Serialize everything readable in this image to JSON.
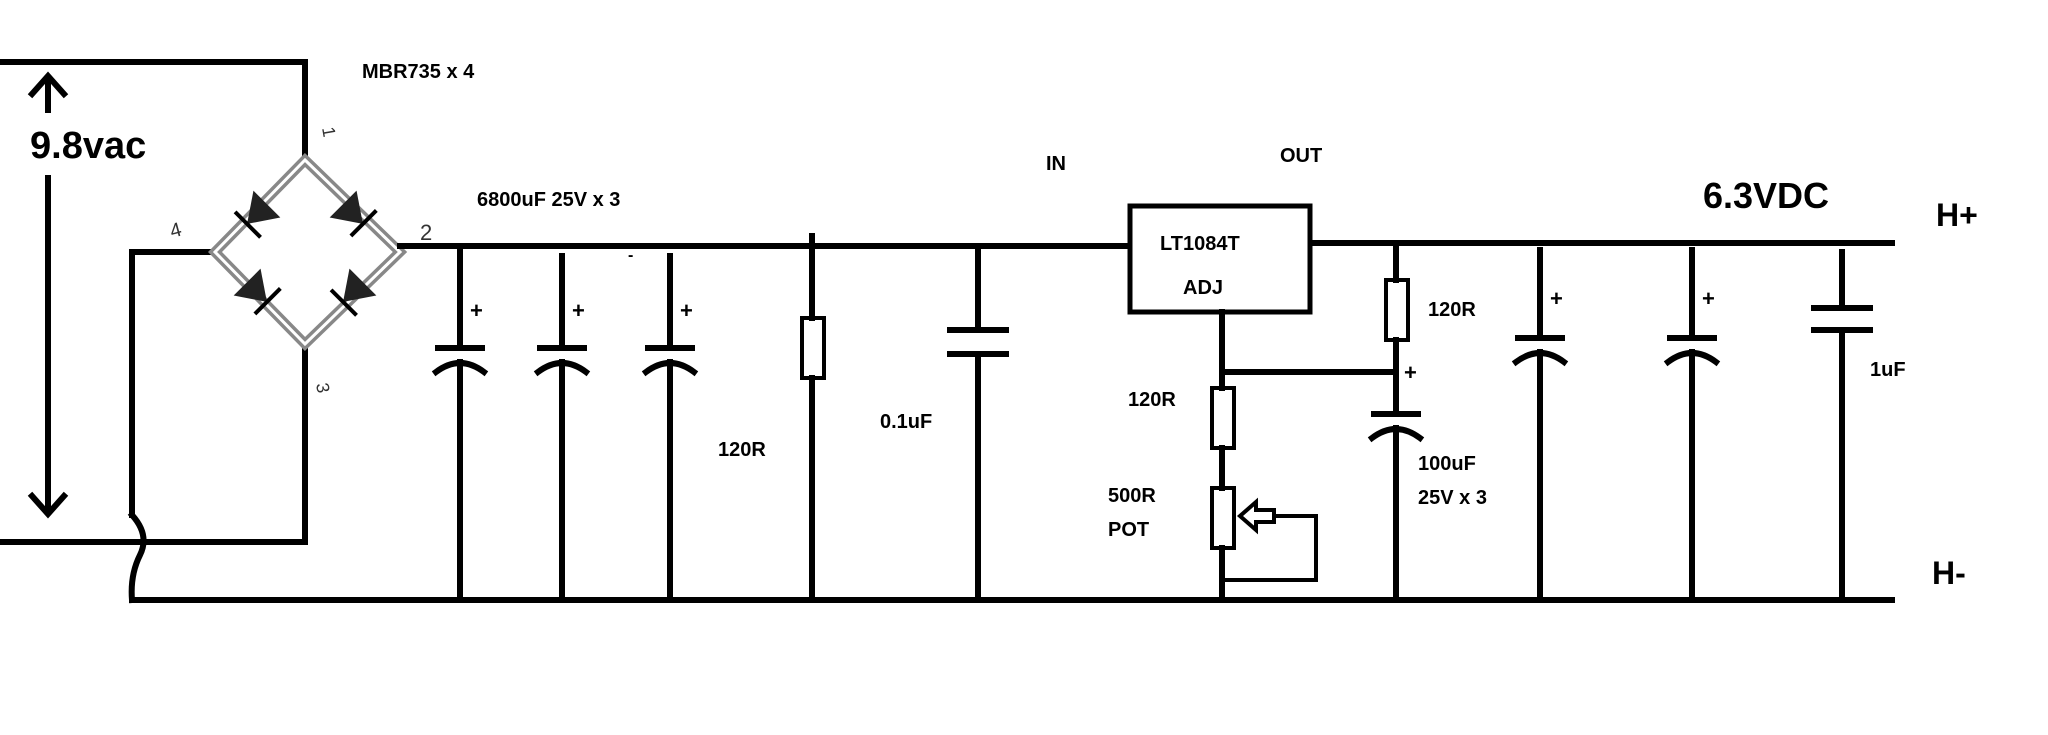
{
  "labels": {
    "input_voltage": "9.8vac",
    "bridge": "MBR735 x 4",
    "bulk_caps": "6800uF 25V x 3",
    "bleeder": "120R",
    "in_cap": "0.1uF",
    "pin_in": "IN",
    "pin_out": "OUT",
    "regulator": "LT1084T",
    "pin_adj": "ADJ",
    "r_upper": "120R",
    "r_lower": "120R",
    "pot_line1": "500R",
    "pot_line2": "POT",
    "out_caps_line1": "100uF",
    "out_caps_line2": "25V x 3",
    "out_film": "1uF",
    "output_voltage": "6.3VDC",
    "rail_pos": "H+",
    "rail_neg": "H-"
  },
  "bridge_pins": {
    "p1": "1",
    "p2": "2",
    "p3": "3",
    "p4": "4"
  },
  "polarity": {
    "plus": "+",
    "minus": "-"
  }
}
